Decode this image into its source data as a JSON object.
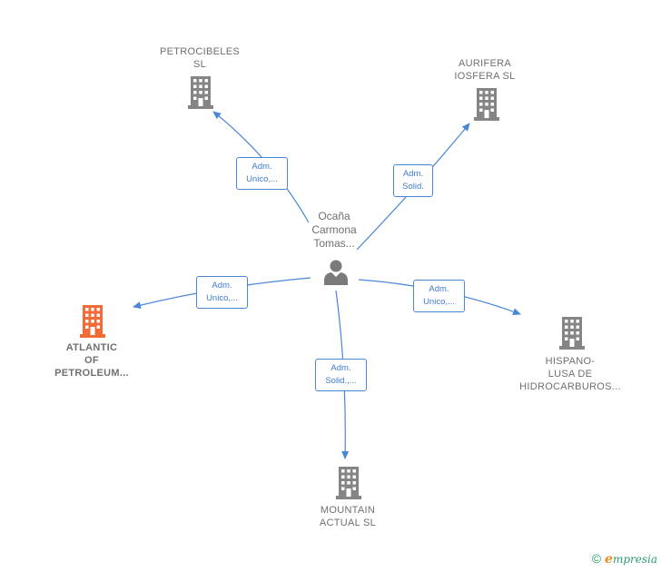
{
  "colors": {
    "edge": "#4a86d6",
    "building": "#858585",
    "building_highlight": "#f26a35",
    "person": "#7a7a7a"
  },
  "center": {
    "icon": "person-icon",
    "label_lines": [
      "Ocaña",
      "Carmona",
      "Tomas..."
    ]
  },
  "nodes": [
    {
      "id": "petrocibeles",
      "icon": "building-icon",
      "highlight": false,
      "label_lines": [
        "PETROCIBELES",
        "SL"
      ]
    },
    {
      "id": "aurifera",
      "icon": "building-icon",
      "highlight": false,
      "label_lines": [
        "AURIFERA",
        "IOSFERA  SL"
      ]
    },
    {
      "id": "atlantic",
      "icon": "building-icon",
      "highlight": true,
      "label_lines": [
        "ATLANTIC",
        "OF",
        "PETROLEUM..."
      ]
    },
    {
      "id": "hispano",
      "icon": "building-icon",
      "highlight": false,
      "label_lines": [
        "HISPANO-",
        "LUSA DE",
        "HIDROCARBUROS..."
      ]
    },
    {
      "id": "mountain",
      "icon": "building-icon",
      "highlight": false,
      "label_lines": [
        "MOUNTAIN",
        "ACTUAL  SL"
      ]
    }
  ],
  "edges": [
    {
      "target": "petrocibeles",
      "label_lines": [
        "Adm.",
        "Unico,..."
      ]
    },
    {
      "target": "aurifera",
      "label_lines": [
        "Adm.",
        "Solid."
      ]
    },
    {
      "target": "atlantic",
      "label_lines": [
        "Adm.",
        "Unico,..."
      ]
    },
    {
      "target": "hispano",
      "label_lines": [
        "Adm.",
        "Unico,..."
      ]
    },
    {
      "target": "mountain",
      "label_lines": [
        "Adm.",
        "Solid.,..."
      ]
    }
  ],
  "footer": {
    "copyright": "©",
    "brand_initial": "e",
    "brand_rest": "mpresia"
  }
}
